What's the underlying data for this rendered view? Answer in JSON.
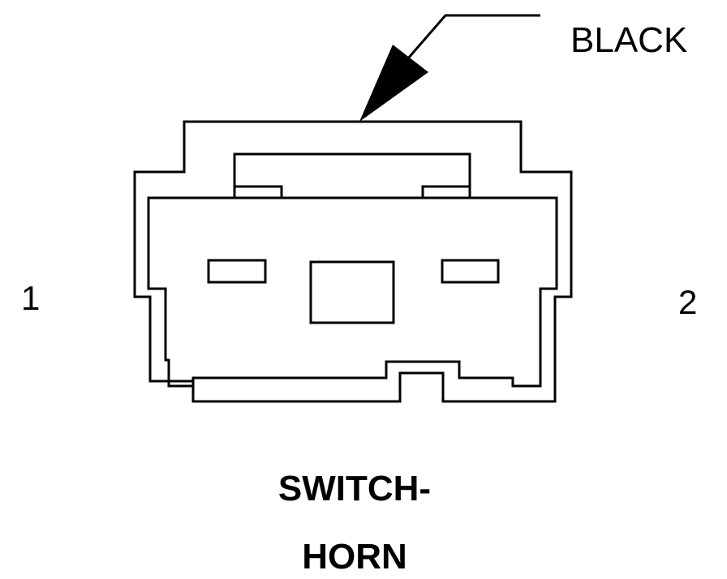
{
  "labels": {
    "color_callout": "BLACK",
    "pin_left": "1",
    "pin_right": "2",
    "title_line1": "SWITCH-",
    "title_line2": "HORN"
  },
  "colors": {
    "line": "#000000",
    "background": "#ffffff"
  }
}
